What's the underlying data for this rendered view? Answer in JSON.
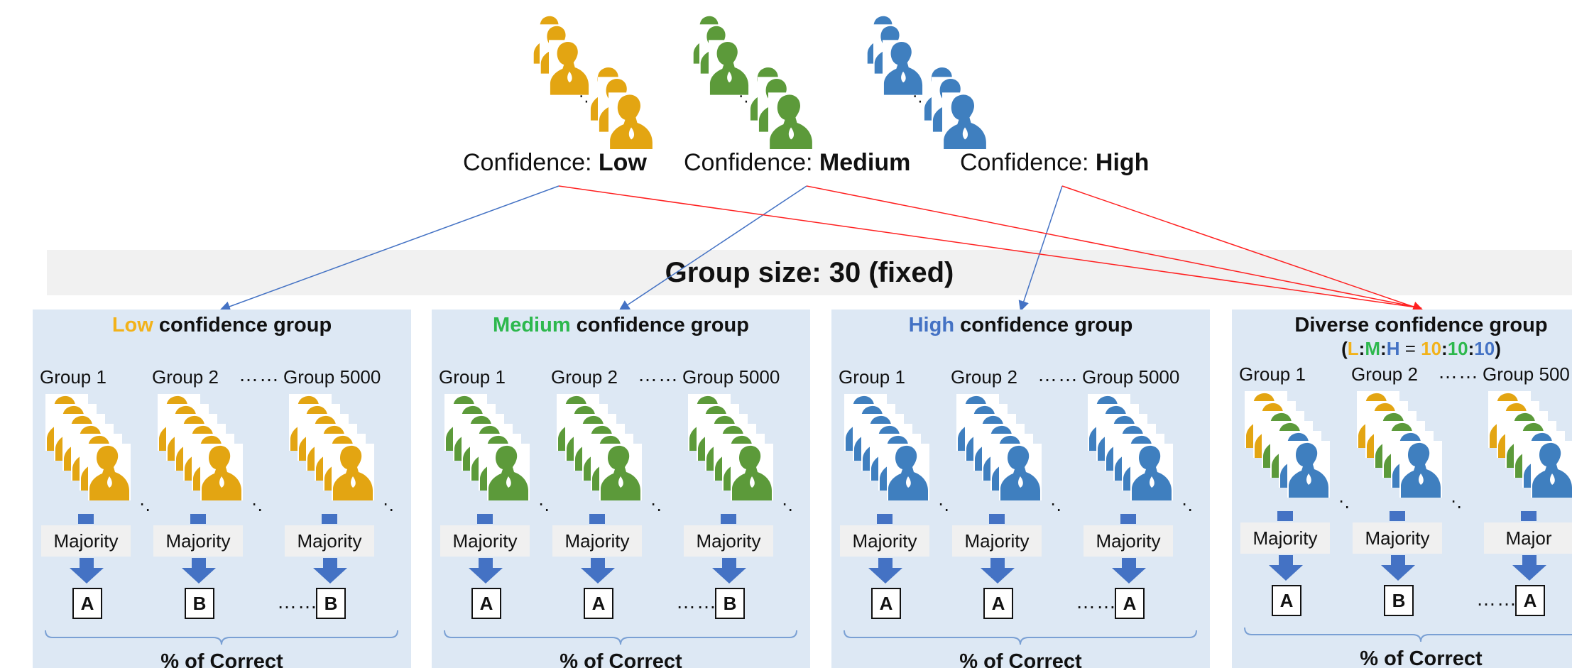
{
  "colors": {
    "low": "#e3a512",
    "medium": "#5c9a3a",
    "high": "#3f7fbf",
    "diverse_title_low": "#f2b21a",
    "medium_title": "#2db84d",
    "high_title": "#4472c4",
    "arrow_blue": "#4472c4",
    "arrow_red": "#ff2020",
    "panel_bg": "#dde8f4"
  },
  "confidence": [
    {
      "prefix": "Confidence: ",
      "level": "Low"
    },
    {
      "prefix": "Confidence: ",
      "level": "Medium"
    },
    {
      "prefix": "Confidence: ",
      "level": "High"
    }
  ],
  "group_size": "Group size: 30 (fixed)",
  "panels": [
    {
      "title_accent": "Low",
      "title_rest": " confidence group",
      "groups": [
        "Group 1",
        "Group 2",
        "Group 5000"
      ],
      "dots": "……",
      "majority": [
        "Majority",
        "Majority",
        "Majority"
      ],
      "answers": [
        "A",
        "B",
        "B"
      ],
      "answer_dots": "……",
      "result": "% of Correct"
    },
    {
      "title_accent": "Medium",
      "title_rest": " confidence group",
      "groups": [
        "Group 1",
        "Group 2",
        "Group 5000"
      ],
      "dots": "……",
      "majority": [
        "Majority",
        "Majority",
        "Majority"
      ],
      "answers": [
        "A",
        "A",
        "B"
      ],
      "answer_dots": "……",
      "result": "% of Correct"
    },
    {
      "title_accent": "High",
      "title_rest": " confidence group",
      "groups": [
        "Group 1",
        "Group 2",
        "Group 5000"
      ],
      "dots": "……",
      "majority": [
        "Majority",
        "Majority",
        "Majority"
      ],
      "answers": [
        "A",
        "A",
        "A"
      ],
      "answer_dots": "……",
      "result": "% of Correct"
    },
    {
      "title": "Diverse confidence group",
      "ratio": {
        "open": "(",
        "l": "L",
        ":1": ":",
        "m": "M",
        ":2": ":",
        "h": "H",
        "eq": " = ",
        "n1": "10",
        ":3": ":",
        "n2": "10",
        ":4": ":",
        "n3": "10",
        "close": ")"
      },
      "groups": [
        "Group 1",
        "Group 2",
        "Group 500"
      ],
      "dots": "……",
      "majority": [
        "Majority",
        "Majority",
        "Major"
      ],
      "answers": [
        "A",
        "B",
        "A"
      ],
      "answer_dots": "……",
      "result": "% of Correct"
    }
  ]
}
